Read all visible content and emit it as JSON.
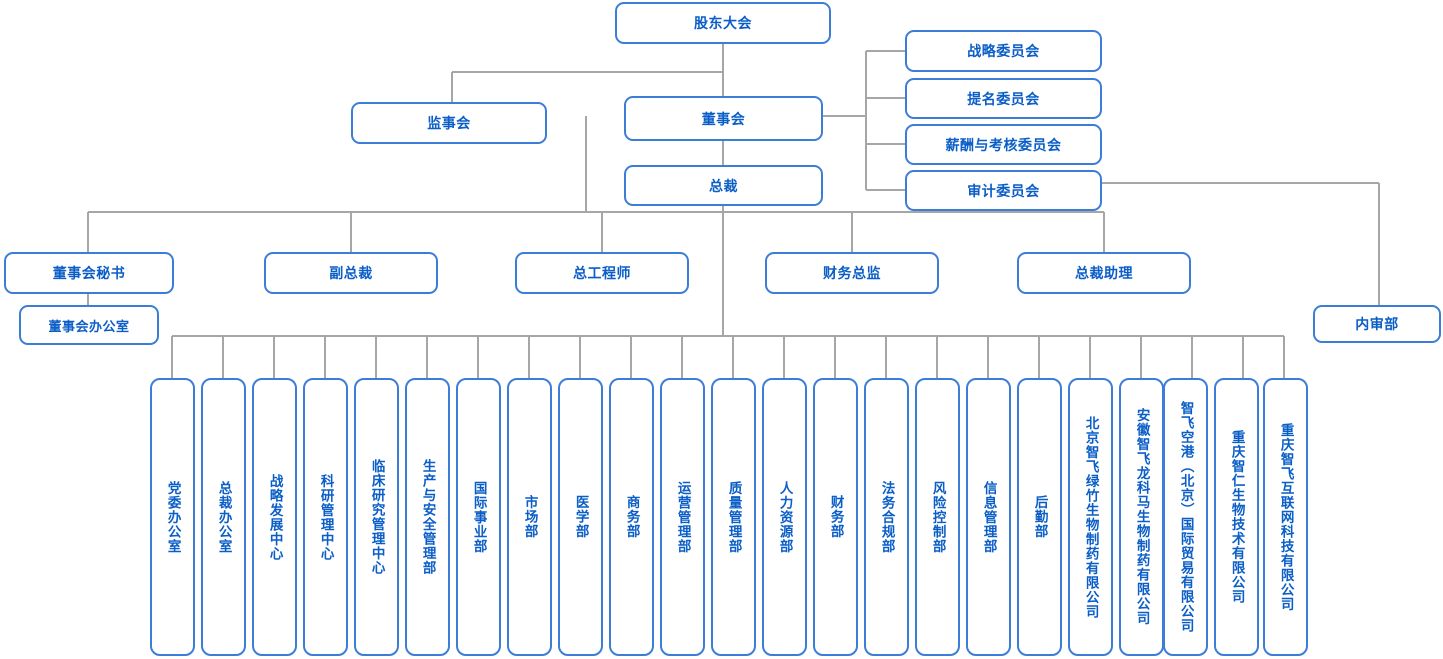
{
  "chart_data": {
    "type": "diagram",
    "title": "公司组织结构图",
    "colors": {
      "box_border": "#3b7dd8",
      "text": "#0b5ec7",
      "connector": "#a6a6a6",
      "background": "#ffffff"
    },
    "levels": [
      {
        "name": "level-1",
        "nodes": [
          "股东大会"
        ]
      },
      {
        "name": "level-2",
        "nodes": [
          "监事会",
          "董事会"
        ]
      },
      {
        "name": "committees",
        "nodes": [
          "战略委员会",
          "提名委员会",
          "薪酬与考核委员会",
          "审计委员会"
        ]
      },
      {
        "name": "level-3",
        "nodes": [
          "总裁"
        ]
      },
      {
        "name": "level-4",
        "nodes": [
          "董事会秘书",
          "副总裁",
          "总工程师",
          "财务总监",
          "总裁助理",
          "内审部"
        ]
      },
      {
        "name": "level-5",
        "nodes": [
          "董事会办公室"
        ]
      }
    ]
  },
  "top": {
    "shareholders": "股东大会",
    "supervisory_board": "监事会",
    "board_of_directors": "董事会",
    "president": "总裁"
  },
  "committees": [
    {
      "label": "战略委员会"
    },
    {
      "label": "提名委员会"
    },
    {
      "label": "薪酬与考核委员会"
    },
    {
      "label": "审计委员会"
    }
  ],
  "executives": [
    {
      "label": "董事会秘书"
    },
    {
      "label": "副总裁"
    },
    {
      "label": "总工程师"
    },
    {
      "label": "财务总监"
    },
    {
      "label": "总裁助理"
    }
  ],
  "board_office": "董事会办公室",
  "internal_audit": "内审部",
  "departments": [
    {
      "label": "党委办公室"
    },
    {
      "label": "总裁办公室"
    },
    {
      "label": "战略发展中心"
    },
    {
      "label": "科研管理中心"
    },
    {
      "label": "临床研究管理中心"
    },
    {
      "label": "生产与安全管理部"
    },
    {
      "label": "国际事业部"
    },
    {
      "label": "市场部"
    },
    {
      "label": "医学部"
    },
    {
      "label": "商务部"
    },
    {
      "label": "运营管理部"
    },
    {
      "label": "质量管理部"
    },
    {
      "label": "人力资源部"
    },
    {
      "label": "财务部"
    },
    {
      "label": "法务合规部"
    },
    {
      "label": "风险控制部"
    },
    {
      "label": "信息管理部"
    },
    {
      "label": "后勤部"
    },
    {
      "label": "北京智飞绿竹生物制药有限公司"
    },
    {
      "label": "安徽智飞龙科马生物制药有限公司"
    },
    {
      "label": "智飞空港（北京）国际贸易有限公司"
    },
    {
      "label": "重庆智仁生物技术有限公司"
    },
    {
      "label": "重庆智飞互联网科技有限公司"
    }
  ]
}
